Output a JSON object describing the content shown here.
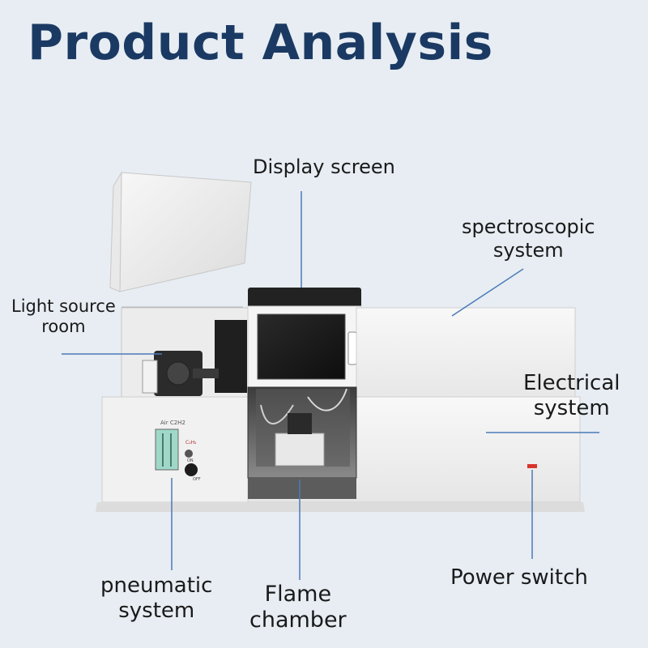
{
  "title": "Product Analysis",
  "labels": {
    "display_screen": "Display screen",
    "spectroscopic_l1": "spectroscopic",
    "spectroscopic_l2": "system",
    "light_source_l1": "Light source",
    "light_source_l2": "room",
    "electrical_l1": "Electrical",
    "electrical_l2": "system",
    "pneumatic_l1": "pneumatic",
    "pneumatic_l2": "system",
    "flame_l1": "Flame",
    "flame_l2": "chamber",
    "power_switch": "Power switch"
  },
  "panel_text": {
    "air_c2h2": "Air  C2H2",
    "c2h2": "C₂H₂",
    "on": "ON",
    "off": "OFF"
  },
  "colors": {
    "background": "#e7edf3",
    "title": "#1b3a63",
    "leader_line": "#4a7ab8",
    "machine_body": "#f3f3f3",
    "power_indicator": "#d9342b"
  }
}
